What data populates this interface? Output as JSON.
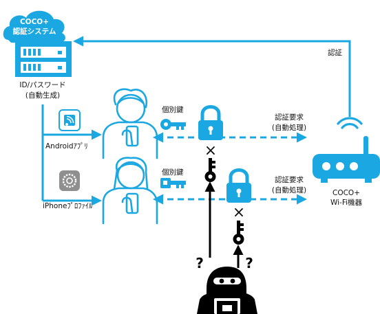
{
  "cloud": {
    "line1": "COCO+",
    "line2": "認証システム"
  },
  "server": {
    "caption_line1": "ID/パスワード",
    "caption_line2": "(自動生成)"
  },
  "auth_label": "認証",
  "android": {
    "app_label": "Androidｱﾌﾟﾘ",
    "key_label": "個別鍵"
  },
  "iphone": {
    "app_label": "iPhoneﾌﾟﾛﾌｧｲﾙ",
    "key_label": "個別鍵"
  },
  "request_top": {
    "line1": "認証要求",
    "line2": "(自動処理)"
  },
  "request_bottom": {
    "line1": "認証要求",
    "line2": "(自動処理)"
  },
  "router": {
    "line1": "COCO+",
    "line2": "Wi-Fi機器"
  },
  "attack": {
    "question_left": "?",
    "question_right": "?",
    "cross_top": "×",
    "cross_bottom": "×"
  },
  "colors": {
    "accent": "#1aa7e2",
    "dark": "#000000",
    "white": "#ffffff"
  },
  "icons": {
    "cloud": "cloud-icon",
    "server": "server-icon",
    "android_app": "wifi-app-icon",
    "iphone_app": "settings-gear-icon",
    "lock": "padlock-icon",
    "key": "key-icon",
    "router": "wifi-router-icon",
    "hacker": "hacker-icon",
    "person": "person-smartphone-icon"
  }
}
